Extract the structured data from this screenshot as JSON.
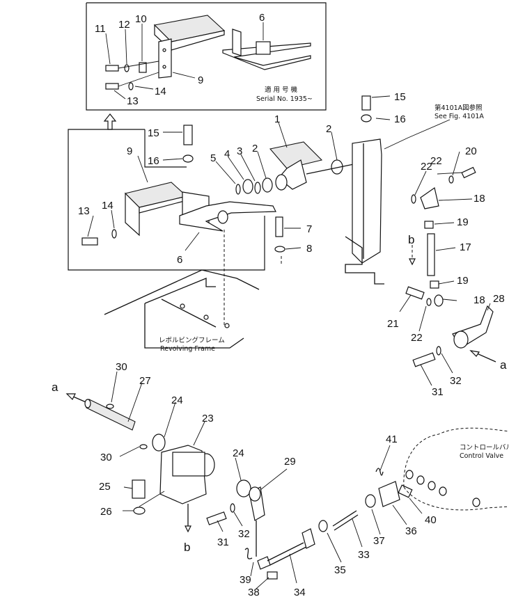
{
  "notes": {
    "serial_jp": "適 用 号 機",
    "serial_en": "Serial No. 1935~",
    "see_fig_jp": "第4101A図参照",
    "see_fig_en": "See Fig. 4101A",
    "frame_jp": "レボルビングフレーム",
    "frame_en": "Revolving Frame",
    "valve_jp": "コントロールバルブ",
    "valve_en": "Control Valve"
  },
  "refs": {
    "a": "a",
    "b": "b"
  },
  "callouts": {
    "p1": "1",
    "p2a": "2",
    "p2b": "2",
    "p3": "3",
    "p4": "4",
    "p5": "5",
    "p6a": "6",
    "p6b": "6",
    "p7": "7",
    "p8": "8",
    "p9a": "9",
    "p9b": "9",
    "p10": "10",
    "p11": "11",
    "p12": "12",
    "p13a": "13",
    "p13b": "13",
    "p14a": "14",
    "p14b": "14",
    "p15a": "15",
    "p15b": "15",
    "p16a": "16",
    "p16b": "16",
    "p17": "17",
    "p18a": "18",
    "p18b": "18",
    "p19a": "19",
    "p19b": "19",
    "p20": "20",
    "p21": "21",
    "p22a": "22",
    "p22b": "22",
    "p22c": "22",
    "p23": "23",
    "p24a": "24",
    "p24b": "24",
    "p25": "25",
    "p26": "26",
    "p27": "27",
    "p28": "28",
    "p29": "29",
    "p30a": "30",
    "p30b": "30",
    "p31a": "31",
    "p31b": "31",
    "p32a": "32",
    "p32b": "32",
    "p33": "33",
    "p34": "34",
    "p35": "35",
    "p36": "36",
    "p37": "37",
    "p38": "38",
    "p39": "39",
    "p40": "40",
    "p41": "41"
  }
}
